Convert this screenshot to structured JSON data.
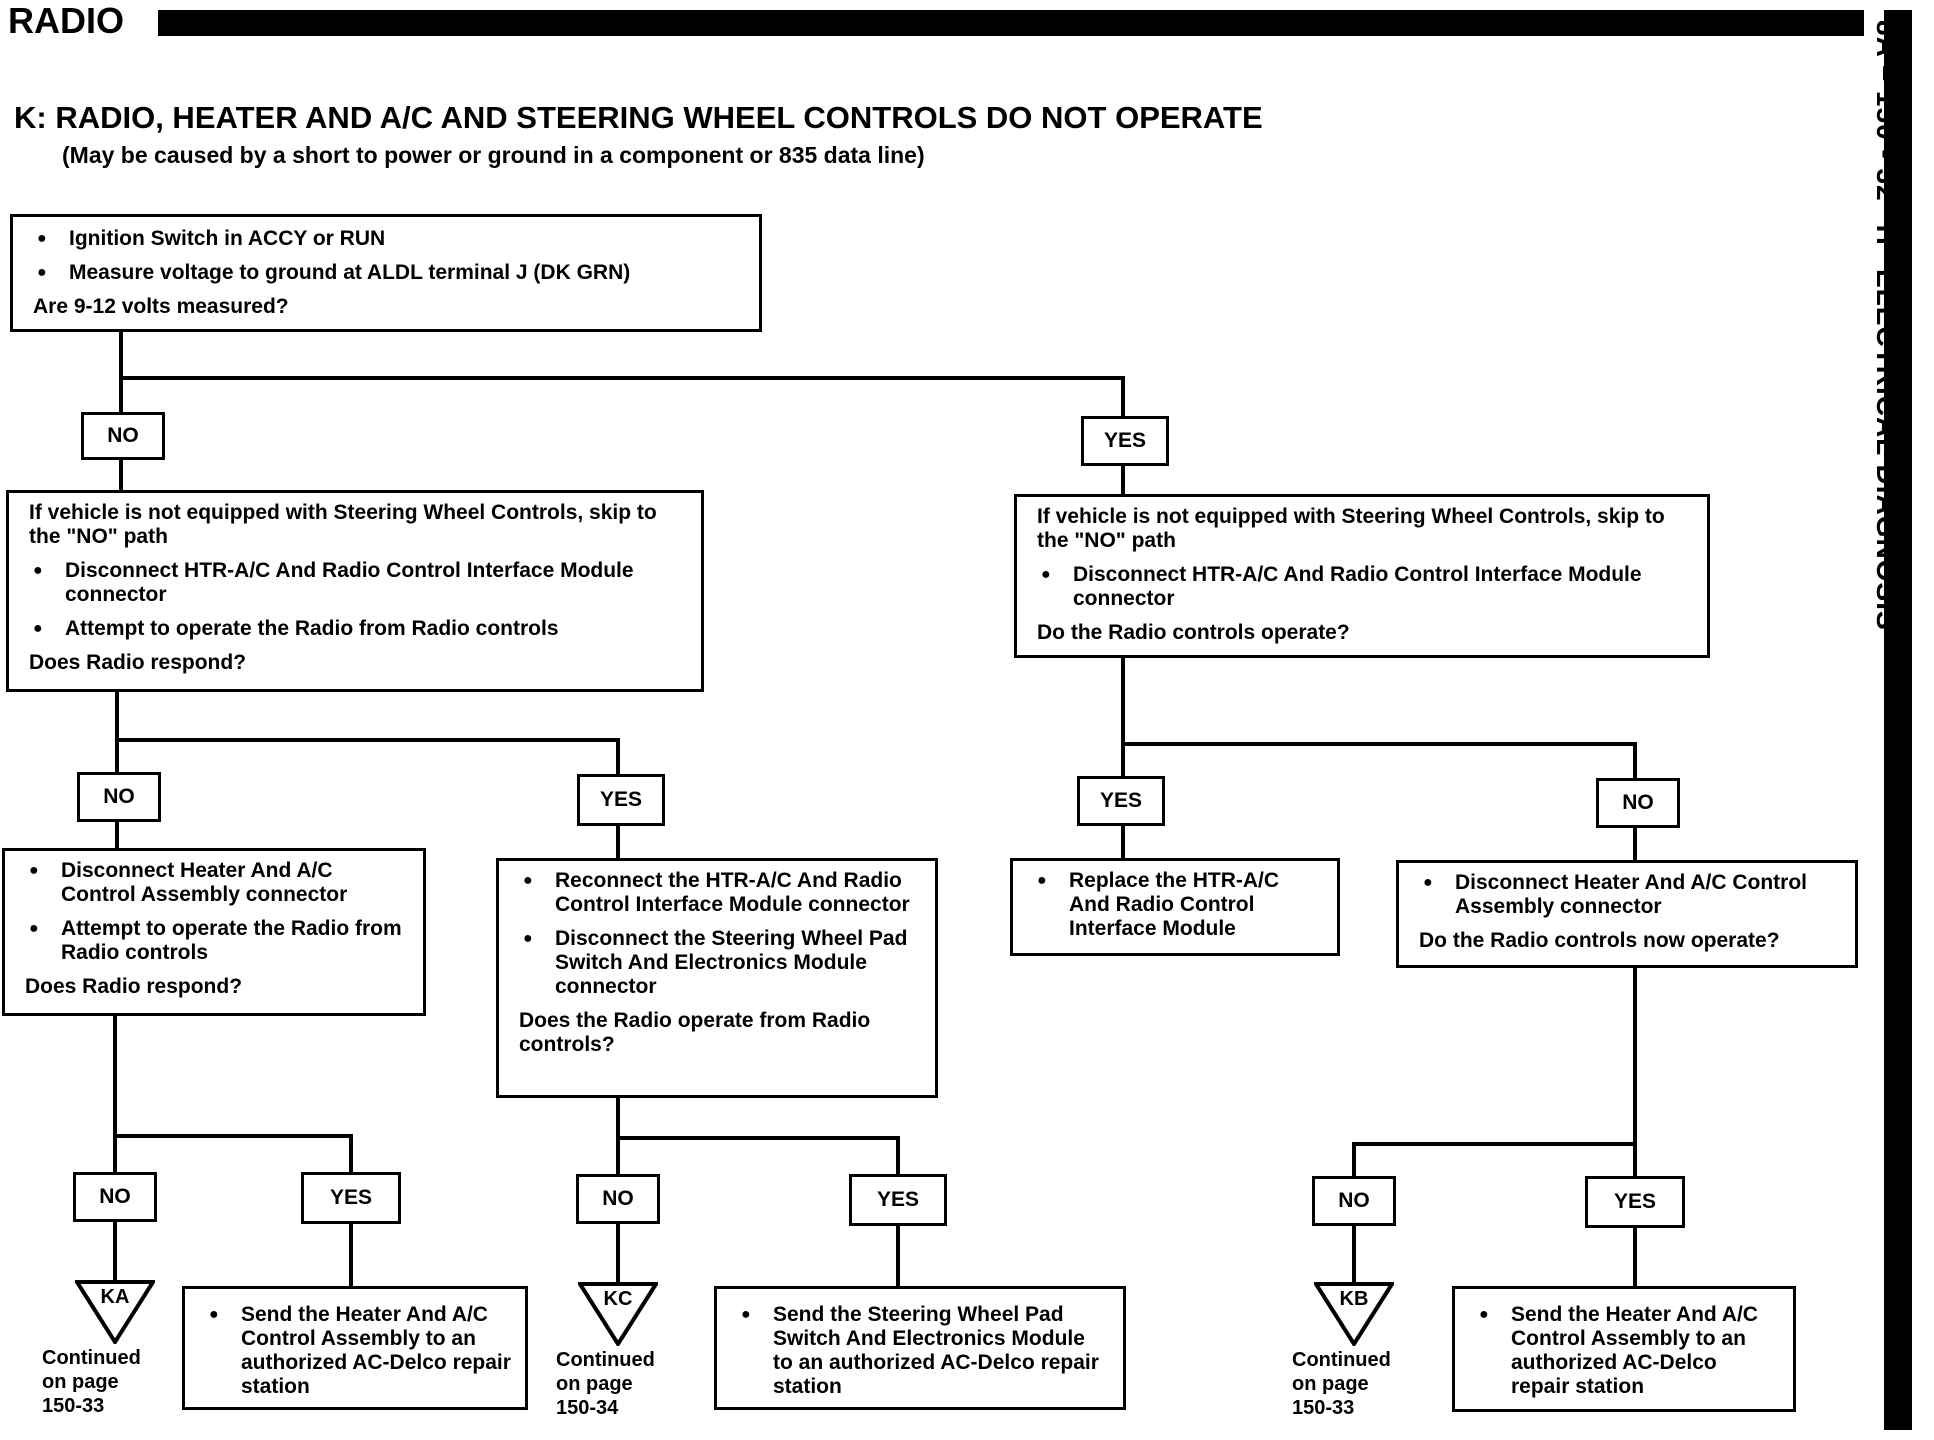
{
  "header": {
    "title": "RADIO",
    "side_text": "8A – 150 - 32  \"H\" ELECTRICAL DIAGNOSIS"
  },
  "chart": {
    "title": "K: RADIO, HEATER AND A/C AND STEERING WHEEL CONTROLS DO NOT OPERATE",
    "subtitle": "(May be caused by a short to power or ground in a component or 835 data line)"
  },
  "boxes": {
    "start": {
      "items": [
        "Ignition Switch in ACCY or RUN",
        "Measure voltage to ground at ALDL terminal J (DK GRN)"
      ],
      "question": "Are 9-12 volts measured?"
    },
    "no1": {
      "pre": "If vehicle is not equipped with Steering Wheel Controls, skip to the \"NO\" path",
      "items": [
        "Disconnect HTR-A/C And Radio Control Interface Module connector",
        "Attempt to operate the Radio from Radio controls"
      ],
      "question": "Does Radio respond?"
    },
    "yes1": {
      "pre": "If vehicle is not equipped with Steering Wheel Controls, skip to the \"NO\" path",
      "items": [
        "Disconnect HTR-A/C And Radio Control Interface Module connector"
      ],
      "question": "Do the Radio controls operate?"
    },
    "no2": {
      "items": [
        "Disconnect Heater And A/C Control Assembly connector",
        "Attempt to operate the Radio from Radio controls"
      ],
      "question": "Does Radio respond?"
    },
    "yes2": {
      "items": [
        "Reconnect the HTR-A/C And Radio Control Interface Module connector",
        "Disconnect the Steering Wheel Pad Switch And Electronics Module connector"
      ],
      "question": "Does the Radio operate from Radio controls?"
    },
    "yes3": {
      "items": [
        "Replace the HTR-A/C And Radio Control Interface Module"
      ]
    },
    "no3": {
      "items": [
        "Disconnect Heater And A/C Control Assembly connector"
      ],
      "question": "Do the Radio controls now operate?"
    },
    "send1": {
      "items": [
        "Send the Heater And A/C Control Assembly to an authorized AC-Delco repair station"
      ]
    },
    "send2": {
      "items": [
        "Send the Steering Wheel Pad Switch And Electronics Module to an authorized AC-Delco repair station"
      ]
    },
    "send3": {
      "items": [
        "Send the Heater And A/C Control Assembly to an authorized AC-Delco repair station"
      ]
    }
  },
  "labels": {
    "no": "NO",
    "yes": "YES"
  },
  "continuations": [
    {
      "code": "KA",
      "text": [
        "Continued",
        "on page",
        "150-33"
      ]
    },
    {
      "code": "KC",
      "text": [
        "Continued",
        "on page",
        "150-34"
      ]
    },
    {
      "code": "KB",
      "text": [
        "Continued",
        "on page",
        "150-33"
      ]
    }
  ]
}
